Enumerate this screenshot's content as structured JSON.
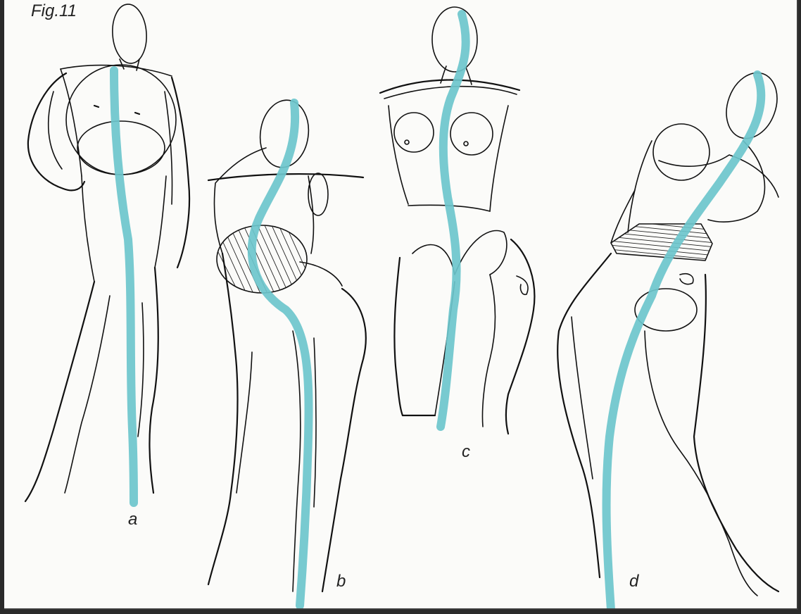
{
  "figure": {
    "title": "Fig.11",
    "labels": {
      "a": "a",
      "b": "b",
      "c": "c",
      "d": "d"
    },
    "colors": {
      "line_of_action": "#6cc6cc",
      "ink": "#111111",
      "paper": "#fbfbf9"
    }
  }
}
